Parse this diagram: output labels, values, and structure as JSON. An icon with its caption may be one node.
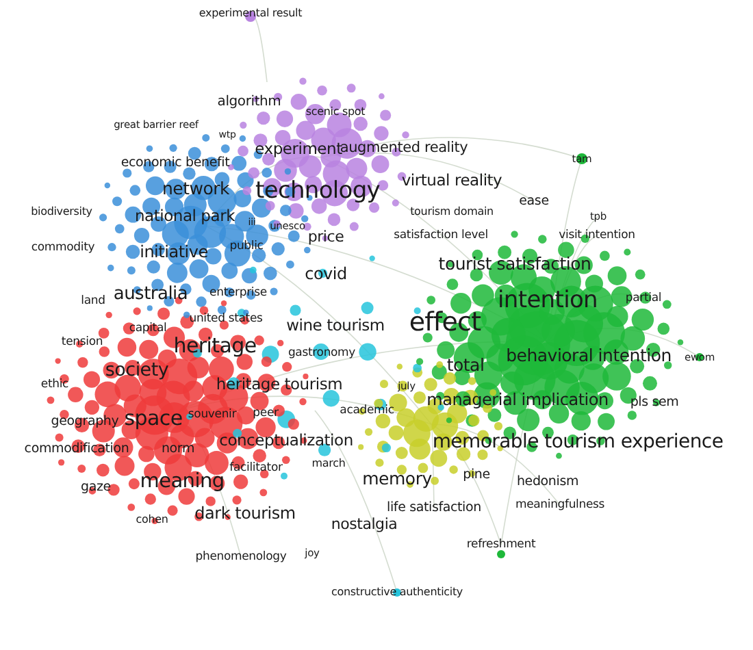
{
  "diagram": {
    "labels": [
      "experimental result",
      "algorithm",
      "scenic spot",
      "great barrier reef",
      "wtp",
      "experiment",
      "augmented reality",
      "economic benefit",
      "technology",
      "network",
      "virtual reality",
      "tam",
      "ease",
      "biodiversity",
      "national park",
      "iii",
      "unesco",
      "tourism domain",
      "tpb",
      "satisfaction level",
      "visit intention",
      "price",
      "commodity",
      "initiative",
      "public",
      "tourist satisfaction",
      "covid",
      "intention",
      "partial",
      "effect",
      "land",
      "australia",
      "enterprise",
      "capital",
      "united states",
      "wine tourism",
      "tension",
      "heritage",
      "gastronomy",
      "total",
      "behavioral intention",
      "ewom",
      "society",
      "ethic",
      "heritage tourism",
      "academic",
      "july",
      "managerial implication",
      "pls sem",
      "geography",
      "space",
      "souvenir",
      "peer",
      "conceptualization",
      "commodification",
      "norm",
      "memorable tourism experience",
      "facilitator",
      "march",
      "meaning",
      "memory",
      "pine",
      "hedonism",
      "gaze",
      "dark tourism",
      "cohen",
      "nostalgia",
      "life satisfaction",
      "meaningfulness",
      "phenomenology",
      "joy",
      "refreshment",
      "constructive authenticity"
    ]
  }
}
